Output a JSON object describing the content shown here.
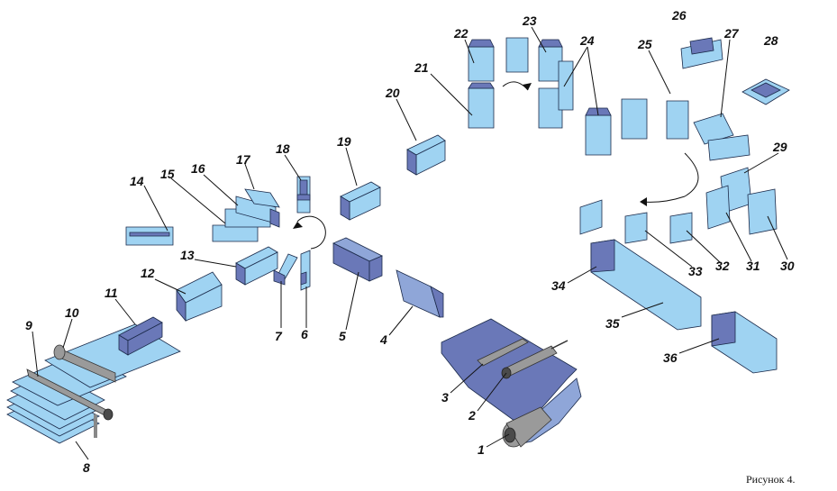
{
  "figure": {
    "caption": "Рисунок 4.",
    "colors": {
      "light_blue": "#9fd3f2",
      "mid_blue": "#8fa6d8",
      "dark_blue": "#6a78b8",
      "roll_gray": "#9a9a9a",
      "outline": "#1b2a4a"
    },
    "labels": [
      "1",
      "2",
      "3",
      "4",
      "5",
      "6",
      "7",
      "8",
      "9",
      "10",
      "11",
      "12",
      "13",
      "14",
      "15",
      "16",
      "17",
      "18",
      "19",
      "20",
      "21",
      "22",
      "23",
      "24",
      "25",
      "26",
      "27",
      "28",
      "29",
      "30",
      "31",
      "32",
      "33",
      "34",
      "35",
      "36"
    ]
  }
}
